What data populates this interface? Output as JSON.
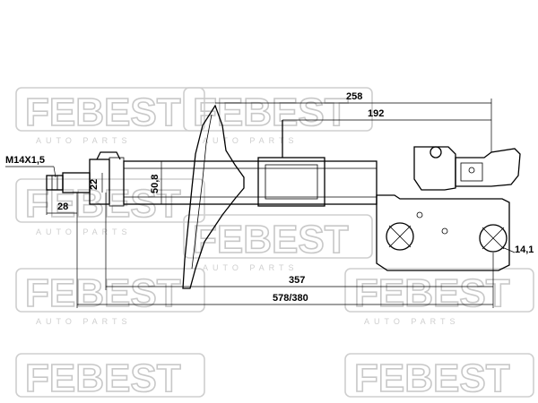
{
  "watermark": {
    "brand": "FEBEST",
    "sub": "AUTO PARTS"
  },
  "dimensions": {
    "thread": "M14X1,5",
    "thread_length": "28",
    "rod_diameter": "22",
    "body_diameter": "50,8",
    "spring_seat_to_end": "258",
    "bracket_to_end": "192",
    "hole_diameter": "14,1",
    "compressed_length": "357",
    "total_length": "578/380"
  }
}
